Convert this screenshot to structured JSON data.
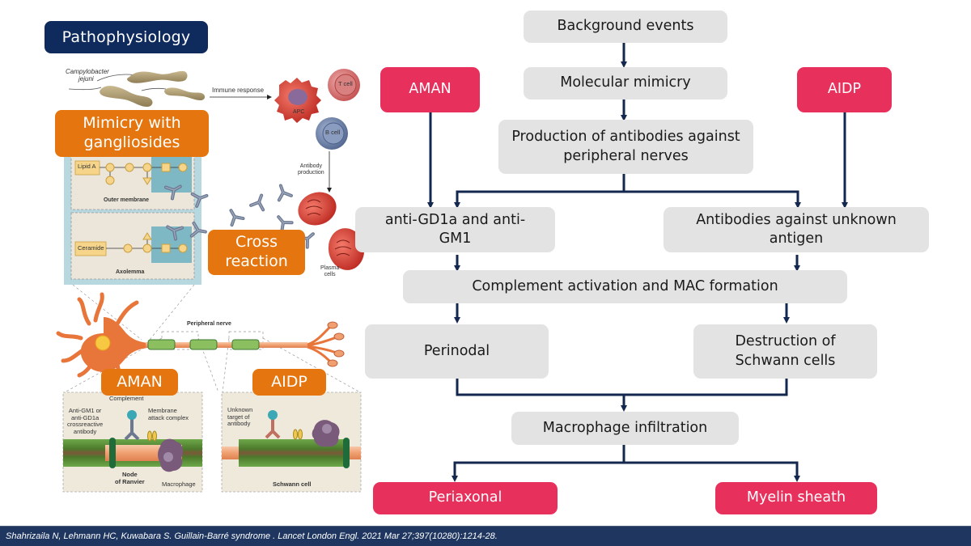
{
  "title": "Pathophysiology",
  "illustration": {
    "labels": {
      "campylobacter": [
        "Campylobacter",
        "jejuni"
      ],
      "immune_response": "Immune response",
      "apc": "APC",
      "t_cell": "T cell",
      "b_cell": "B cell",
      "antibody_production": [
        "Antibody",
        "production"
      ],
      "plasma_cells": [
        "Plasma",
        "cells"
      ],
      "lipid_a": "Lipid A",
      "outer_membrane": "Outer membrane",
      "ceramide": "Ceramide",
      "axolemma": "Axolemma",
      "peripheral_nerve": "Peripheral nerve",
      "complement": "Complement",
      "anti_gm1": [
        "Anti-GM1 or",
        "anti-GD1a",
        "crossreactive",
        "antibody"
      ],
      "mac": [
        "Membrane",
        "attack complex"
      ],
      "node_of_ranvier": [
        "Node",
        "of Ranvier"
      ],
      "macrophage": "Macrophage",
      "unknown_target": [
        "Unknown",
        "target of",
        "antibody"
      ],
      "schwann_cell": "Schwann cell"
    },
    "callouts": {
      "mimicry": "Mimicry with gangliosides",
      "cross_reaction": "Cross reaction",
      "aman": "AMAN",
      "aidp": "AIDP"
    }
  },
  "flowchart": {
    "background_events": "Background events",
    "molecular_mimicry": "Molecular mimicry",
    "production": "Production of antibodies against peripheral nerves",
    "aman": "AMAN",
    "aidp": "AIDP",
    "anti_gd1a": "anti-GD1a and anti-GM1",
    "unknown_antigen": "Antibodies against unknown antigen",
    "complement": "Complement activation and MAC formation",
    "perinodal": "Perinodal",
    "schwann_destruction": "Destruction of Schwann cells",
    "macrophage_infiltration": "Macrophage infiltration",
    "periaxonal": "Periaxonal",
    "myelin_sheath": "Myelin sheath"
  },
  "colors": {
    "navy": "#0f2a5c",
    "orange": "#e5760f",
    "red": "#e8305c",
    "grey_box": "#e3e3e3",
    "arrow": "#14284f",
    "citation_bar": "#1e3660"
  },
  "citation": "Shahrizaila N, Lehmann HC, Kuwabara S. Guillain-Barré syndrome . Lancet London Engl. 2021 Mar 27;397(10280):1214-28."
}
